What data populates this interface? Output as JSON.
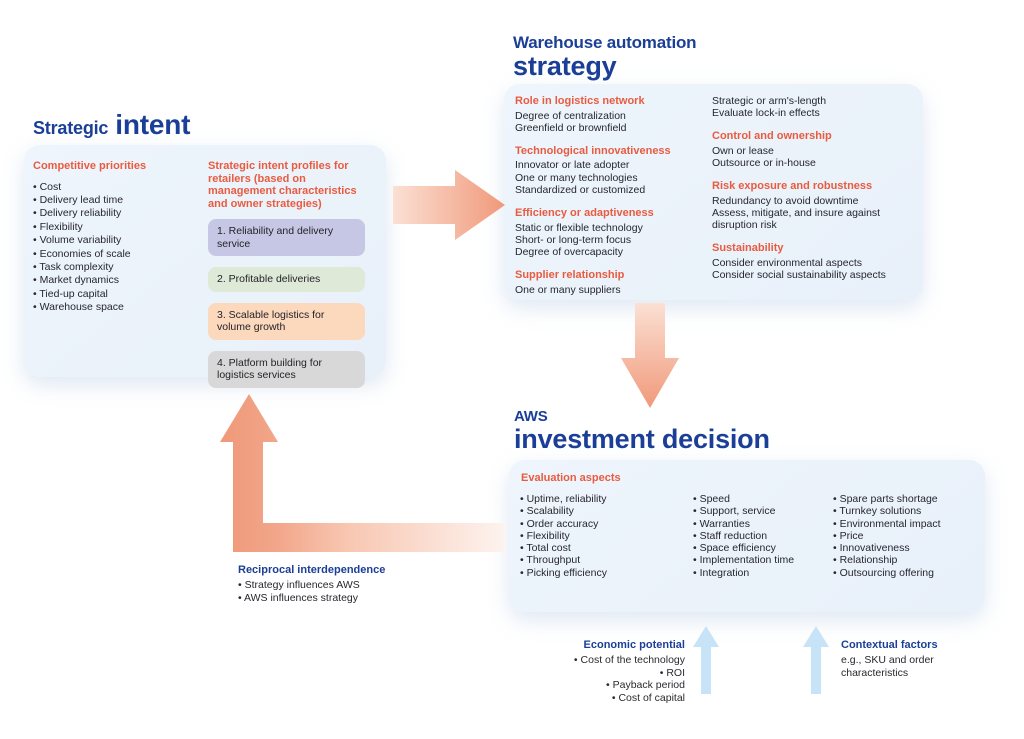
{
  "titles": {
    "intent": {
      "small": "Strategic",
      "large": "intent"
    },
    "strategy": {
      "small": "Warehouse automation",
      "large": "strategy"
    },
    "aws": {
      "small": "AWS",
      "large": "investment decision"
    }
  },
  "intent_panel": {
    "competitive_heading": "Competitive priorities",
    "competitive_items": [
      "Cost",
      "Delivery lead time",
      "Delivery reliability",
      "Flexibility",
      "Volume variability",
      "Economies of scale",
      "Task complexity",
      "Market dynamics",
      "Tied-up capital",
      "Warehouse space"
    ],
    "profiles_heading": "Strategic intent profiles for retailers (based on management characteristics and owner strategies)",
    "profiles": [
      {
        "label": "1. Reliability and delivery service",
        "color": "#c6c7e4"
      },
      {
        "label": "2. Profitable deliveries",
        "color": "#dfe9d8"
      },
      {
        "label": "3. Scalable logistics for volume growth",
        "color": "#fcd8bd"
      },
      {
        "label": "4. Platform building for logistics services",
        "color": "#d8d8d9"
      }
    ]
  },
  "strategy_panel": {
    "col1": [
      {
        "heading": "Role in logistics network",
        "items": [
          "Degree of centralization",
          "Greenfield or brownfield"
        ]
      },
      {
        "heading": "Technological innovativeness",
        "items": [
          "Innovator or late adopter",
          "One or many technologies",
          "Standardized or customized"
        ]
      },
      {
        "heading": "Efficiency or adaptiveness",
        "items": [
          "Static or flexible technology",
          "Short- or long-term focus",
          "Degree of overcapacity"
        ]
      },
      {
        "heading": "Supplier relationship",
        "items": [
          "One or many suppliers"
        ]
      }
    ],
    "col2": [
      {
        "heading": "",
        "items": [
          "Strategic or arm's-length",
          "Evaluate lock-in effects"
        ]
      },
      {
        "heading": "Control and ownership",
        "items": [
          "Own or lease",
          "Outsource or in-house"
        ]
      },
      {
        "heading": "Risk exposure and robustness",
        "items": [
          "Redundancy to avoid downtime",
          "Assess, mitigate, and insure against disruption risk"
        ]
      },
      {
        "heading": "Sustainability",
        "items": [
          "Consider environmental aspects",
          "Consider social sustainability aspects"
        ]
      }
    ]
  },
  "aws_panel": {
    "heading": "Evaluation aspects",
    "col1": [
      "Uptime, reliability",
      "Scalability",
      "Order accuracy",
      "Flexibility",
      "Total cost",
      "Throughput",
      "Picking efficiency"
    ],
    "col2": [
      "Speed",
      "Support, service",
      "Warranties",
      "Staff reduction",
      "Space efficiency",
      "Implementation time",
      "Integration"
    ],
    "col3": [
      "Spare parts shortage",
      "Turnkey solutions",
      "Environmental impact",
      "Price",
      "Innovativeness",
      "Relationship",
      "Outsourcing offering"
    ]
  },
  "reciprocal": {
    "heading": "Reciprocal interdependence",
    "items": [
      "Strategy influences AWS",
      "AWS influences strategy"
    ]
  },
  "economic": {
    "heading": "Economic potential",
    "items": [
      "Cost of the technology",
      "ROI",
      "Payback period",
      "Cost of capital"
    ]
  },
  "contextual": {
    "heading": "Contextual factors",
    "body": "e.g., SKU and order characteristics"
  },
  "colors": {
    "title_blue": "#1b3f97",
    "heading_orange": "#e95b40",
    "panel_bg": "#e9f1fa",
    "arrow_salmon_dark": "#f0997a",
    "arrow_salmon_light": "#fbdfd3",
    "arrow_blue": "#c7e3f8",
    "body_text": "#2b2b30"
  }
}
